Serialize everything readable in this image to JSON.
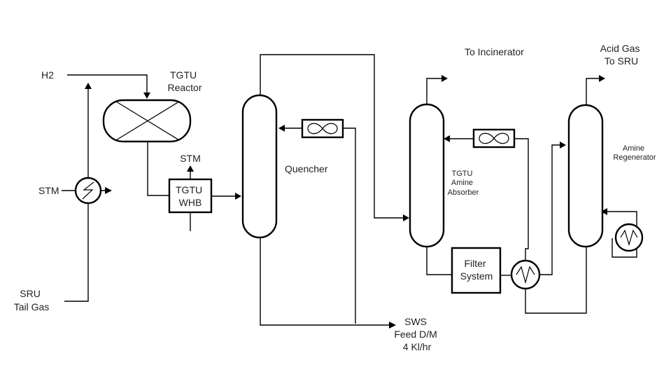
{
  "labels": {
    "h2": "H2",
    "stm_left": "STM",
    "sru_tail_gas": [
      "SRU",
      "Tail Gas"
    ],
    "tgtu_reactor": [
      "TGTU",
      "Reactor"
    ],
    "stm_whb": "STM",
    "tgtu_whb": [
      "TGTU",
      "WHB"
    ],
    "quencher": "Quencher",
    "to_incinerator": "To Incinerator",
    "tgtu_amine_absorber": [
      "TGTU",
      "Amine",
      "Absorber"
    ],
    "filter_system": [
      "Filter",
      "System"
    ],
    "acid_gas_to_sru": [
      "Acid Gas",
      "To SRU"
    ],
    "amine_regenerator": [
      "Amine",
      "Regenerator"
    ],
    "sws_feed": [
      "SWS",
      "Feed D/M",
      "4 Kl/hr"
    ]
  }
}
